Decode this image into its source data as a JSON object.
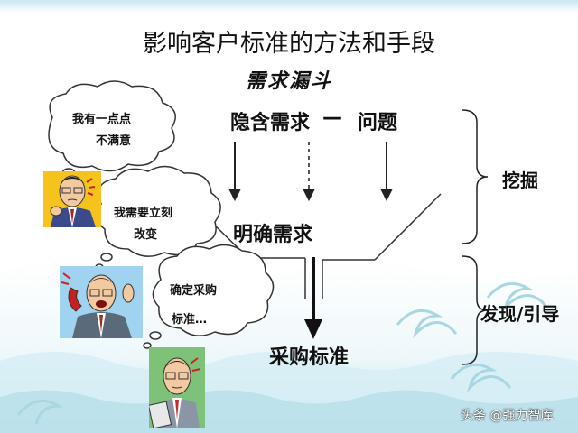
{
  "title": "影响客户标准的方法和手段",
  "subtitle": "需求漏斗",
  "funnel": {
    "top_left": "隐含需求",
    "dash": "—",
    "top_right": "问题",
    "middle": "明确需求",
    "bottom": "采购标准"
  },
  "brackets": {
    "upper": "挖掘",
    "lower": "发现/引导"
  },
  "bubbles": {
    "b1_line1": "我有一点点",
    "b1_line2": "不满意",
    "b2_line1": "我需要立刻",
    "b2_line2": "改变",
    "b3_line1": "确定采购",
    "b3_line2": "标准…"
  },
  "watermark": "头条 @强力智库"
}
